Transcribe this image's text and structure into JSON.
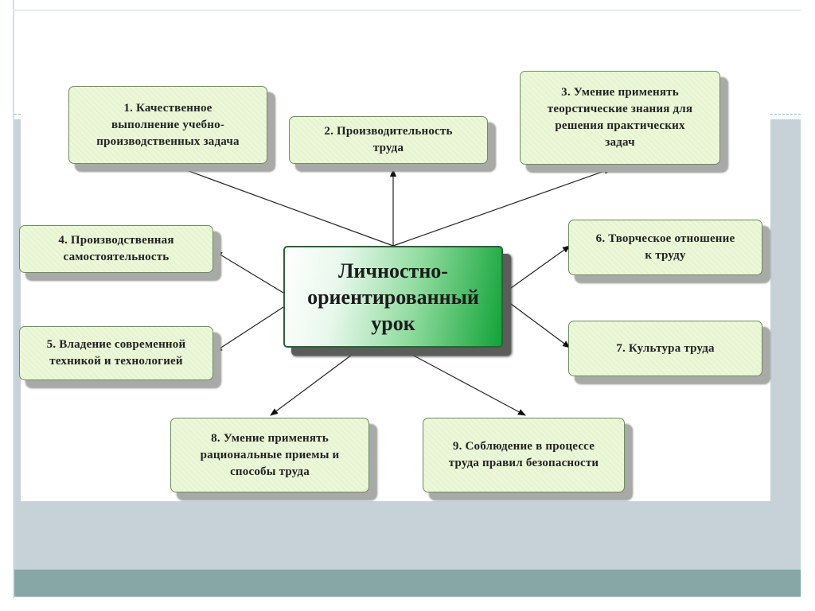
{
  "center": {
    "label": "Личностно-\nориентированный\nурок"
  },
  "nodes": [
    {
      "id": "1",
      "label": "1. Качественное\nвыполнение учебно-\nпроизводственных задача"
    },
    {
      "id": "2",
      "label": "2. Производительность\nтруда"
    },
    {
      "id": "3",
      "label": "3. Умение применять\nтеорстические знания для\nрешения практических\nзадач"
    },
    {
      "id": "4",
      "label": "4. Производственная\nсамостоятельность"
    },
    {
      "id": "5",
      "label": "5. Владение современной\nтехникой и технологией"
    },
    {
      "id": "6",
      "label": "6. Творческое отношение\nк труду"
    },
    {
      "id": "7",
      "label": "7. Культура труда"
    },
    {
      "id": "8",
      "label": "8. Умение применять\nрациональные приемы и\nспособы труда"
    },
    {
      "id": "9",
      "label": "9. Соблюдение в процессе\nтруда правил безопасности"
    }
  ],
  "colors": {
    "node_fill": "#ecf8d8",
    "node_shadow": "#a8aaa8",
    "center_gradient_end": "#12a338",
    "band_gray": "#c7d2d8",
    "band_dark": "#87a6a6"
  }
}
